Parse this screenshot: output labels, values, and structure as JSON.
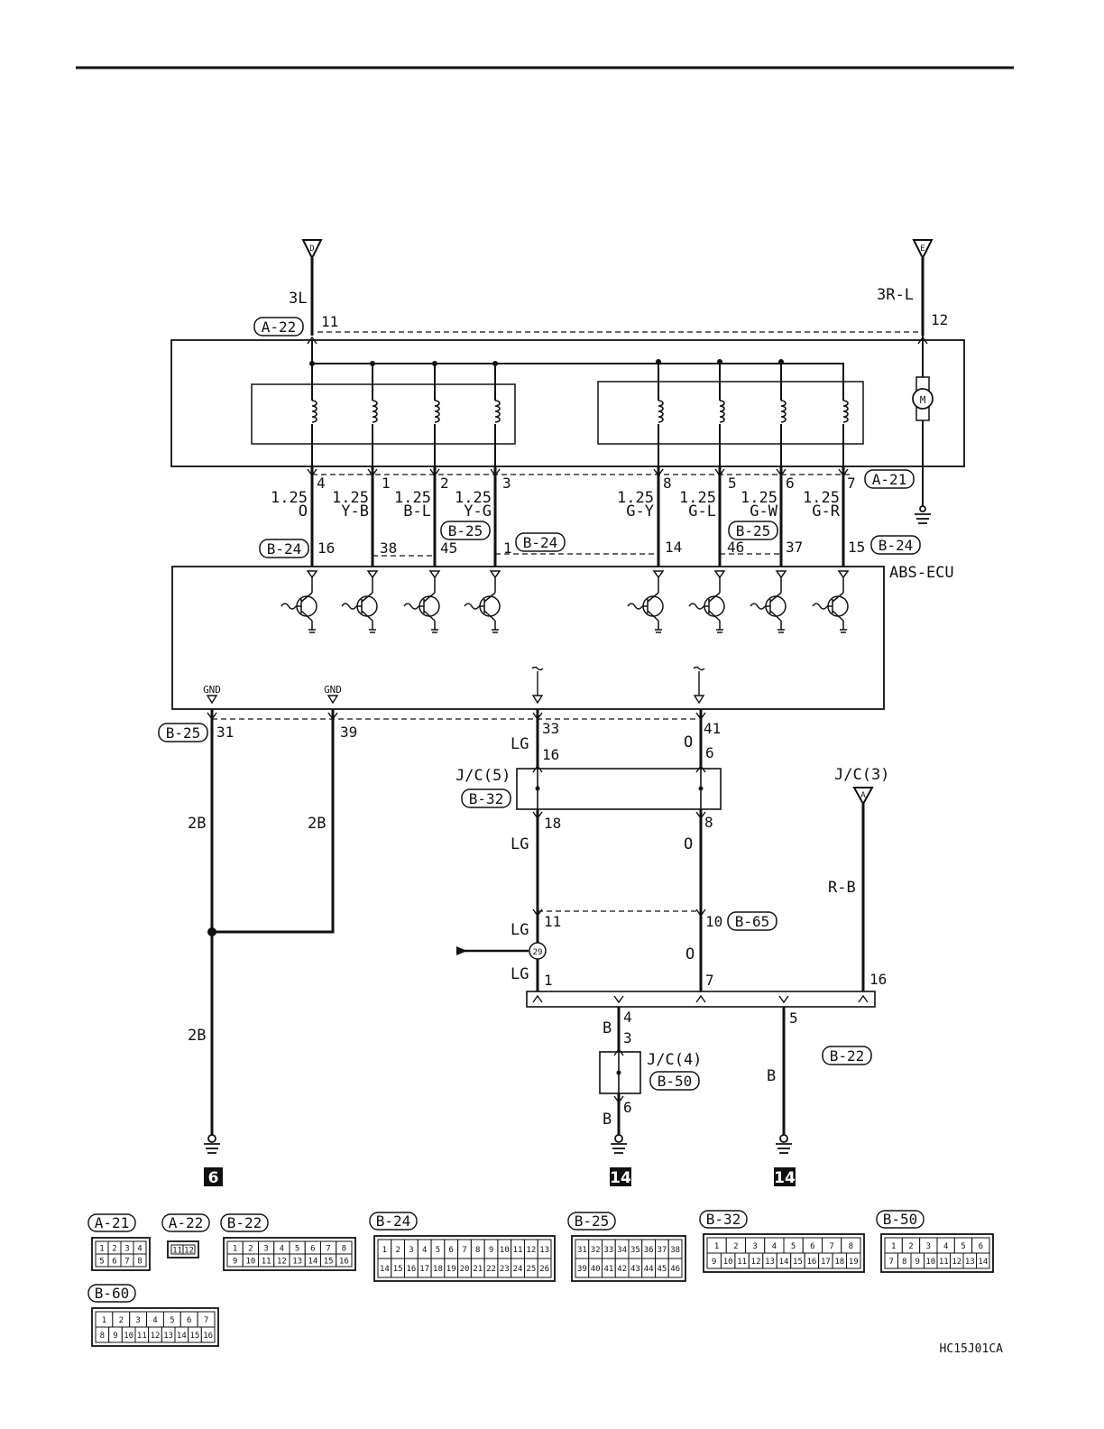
{
  "code": "HC15J01CA",
  "terminals": {
    "top_left": "D",
    "top_right": "E",
    "jc3": "A"
  },
  "ground_numbers": {
    "left": "6",
    "mid": "14",
    "right": "14"
  },
  "refs": {
    "a22": "A-22",
    "a21": "A-21",
    "b24a": "B-24",
    "b25a": "B-25",
    "b24b": "B-24",
    "b25b": "B-25",
    "b24c": "B-24",
    "b25c": "B-25",
    "b32": "B-32",
    "b65": "B-65",
    "b50": "B-50",
    "b22": "B-22"
  },
  "labels": {
    "abs_ecu": "ABS-ECU",
    "jc5": "J/C(5)",
    "jc3": "J/C(3)",
    "jc4": "J/C(4)",
    "gnd": "GND",
    "node29": "29"
  },
  "wires": {
    "w3l": "3L",
    "w3rl": "3R-L",
    "s_o": "1.25",
    "c_o": "O",
    "s_yb": "1.25",
    "c_yb": "Y-B",
    "s_bl": "1.25",
    "c_bl": "B-L",
    "s_yg": "1.25",
    "c_yg": "Y-G",
    "s_gy": "1.25",
    "c_gy": "G-Y",
    "s_gl": "1.25",
    "c_gl": "G-L",
    "s_gw": "1.25",
    "c_gw": "G-W",
    "s_gr": "1.25",
    "c_gr": "G-R",
    "gnd1": "2B",
    "gnd2": "2B",
    "gnd3": "2B",
    "lg1": "LG",
    "lg2": "LG",
    "lg3": "LG",
    "lg4": "LG",
    "o1": "O",
    "o2": "O",
    "o3": "O",
    "rb": "R-B",
    "b1": "B",
    "b2": "B",
    "b3": "B"
  },
  "pins": {
    "p11": "11",
    "p12": "12",
    "p4": "4",
    "p1": "1",
    "p2": "2",
    "p3": "3",
    "p8": "8",
    "p5": "5",
    "p6": "6",
    "p7": "7",
    "p16": "16",
    "p38": "38",
    "p45": "45",
    "p1b": "1",
    "p14": "14",
    "p46": "46",
    "p37": "37",
    "p15": "15",
    "p31": "31",
    "p39": "39",
    "p33": "33",
    "p41": "41",
    "p16b": "16",
    "p6b": "6",
    "p18": "18",
    "p8b": "8",
    "p11b": "11",
    "p10": "10",
    "p1c": "1",
    "p7b": "7",
    "p16c": "16",
    "p4b": "4",
    "p3b": "3",
    "p5b": "5",
    "p6c": "6"
  },
  "connectors": {
    "a21": {
      "label": "A-21",
      "row1": [
        "1",
        "2",
        "3",
        "4"
      ],
      "row2": [
        "5",
        "6",
        "7",
        "8"
      ]
    },
    "a22": {
      "label": "A-22",
      "row1": [
        "11",
        "12"
      ]
    },
    "b22": {
      "label": "B-22",
      "row1": [
        "1",
        "2",
        "3",
        "4",
        "5",
        "6",
        "7",
        "8"
      ],
      "row2": [
        "9",
        "10",
        "11",
        "12",
        "13",
        "14",
        "15",
        "16"
      ]
    },
    "b24": {
      "label": "B-24",
      "row1": [
        "1",
        "2",
        "3",
        "4",
        "5",
        "6",
        "7",
        "8",
        "9",
        "10",
        "11",
        "12",
        "13"
      ],
      "row2": [
        "14",
        "15",
        "16",
        "17",
        "18",
        "19",
        "20",
        "21",
        "22",
        "23",
        "24",
        "25",
        "26"
      ]
    },
    "b25": {
      "label": "B-25",
      "row1": [
        "31",
        "32",
        "33",
        "34",
        "35",
        "36",
        "37",
        "38"
      ],
      "row2": [
        "39",
        "40",
        "41",
        "42",
        "43",
        "44",
        "45",
        "46"
      ]
    },
    "b32": {
      "label": "B-32",
      "row1": [
        "1",
        "2",
        "3",
        "4",
        "5",
        "6",
        "7",
        "8"
      ],
      "row2": [
        "9",
        "10",
        "11",
        "12",
        "13",
        "14",
        "15",
        "16",
        "17",
        "18",
        "19"
      ]
    },
    "b50": {
      "label": "B-50",
      "row1": [
        "1",
        "2",
        "3",
        "4",
        "5",
        "6"
      ],
      "row2": [
        "7",
        "8",
        "9",
        "10",
        "11",
        "12",
        "13",
        "14"
      ]
    },
    "b60": {
      "label": "B-60",
      "row1": [
        "1",
        "2",
        "3",
        "4",
        "5",
        "6",
        "7"
      ],
      "row2": [
        "8",
        "9",
        "10",
        "11",
        "12",
        "13",
        "14",
        "15",
        "16"
      ]
    }
  }
}
